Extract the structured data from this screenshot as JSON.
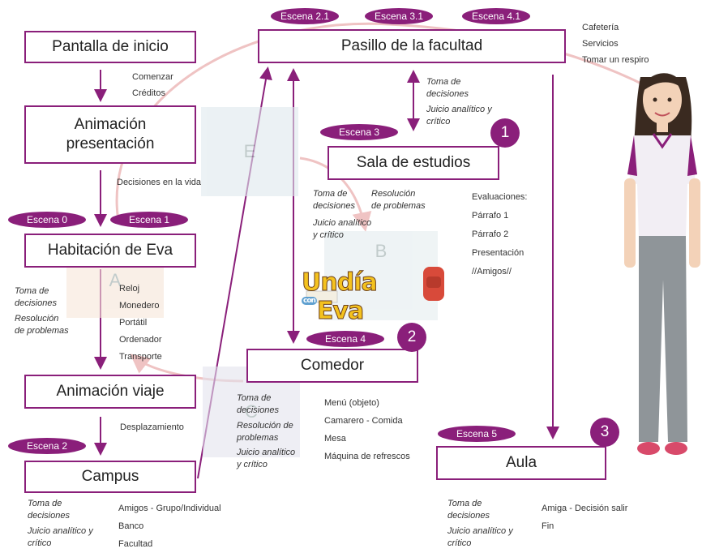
{
  "colors": {
    "accent": "#8a1f7a",
    "arc": "#efc3c3"
  },
  "boxes": {
    "pantalla": "Pantalla de inicio",
    "anim_presentacion_1": "Animación",
    "anim_presentacion_2": "presentación",
    "habitacion": "Habitación de Eva",
    "anim_viaje": "Animación viaje",
    "campus": "Campus",
    "pasillo": "Pasillo de la facultad",
    "sala": "Sala de estudios",
    "comedor": "Comedor",
    "aula": "Aula"
  },
  "pills": {
    "e21": "Escena 2.1",
    "e31": "Escena 3.1",
    "e41": "Escena 4.1",
    "e3": "Escena 3",
    "e0": "Escena 0",
    "e1": "Escena 1",
    "e4": "Escena 4",
    "e2": "Escena 2",
    "e5": "Escena 5"
  },
  "numbers": {
    "n1": "1",
    "n2": "2",
    "n3": "3"
  },
  "faded_letters": {
    "a": "A",
    "b": "B",
    "c": "C",
    "e": "E"
  },
  "logo": {
    "text_un": "Un",
    "text_dia": "día",
    "text_con": "con",
    "text_eva": "Eva"
  },
  "labels": {
    "comenzar": "Comenzar",
    "creditos": "Créditos",
    "decisiones_vida": "Decisiones en la vida",
    "desplazamiento": "Desplazamiento",
    "cafeteria": "Cafetería",
    "servicios": "Servicios",
    "tomar_respiro": "Tomar un respiro"
  },
  "habitacion_skills": [
    "Toma de",
    "decisiones",
    "Resolución",
    "de problemas"
  ],
  "habitacion_items": [
    "Reloj",
    "Monedero",
    "Portátil",
    "Ordenador",
    "Transporte"
  ],
  "pasillo_skills": [
    "Toma de",
    "decisiones",
    "Juicio analítico y",
    "crítico"
  ],
  "sala_skills_left": [
    "Toma de",
    "decisiones",
    "Juicio analítico",
    "y crítico"
  ],
  "sala_skills_mid": [
    "Resolución",
    "de problemas"
  ],
  "sala_items": [
    "Evaluaciones:",
    "Párrafo 1",
    "Párrafo 2",
    "Presentación",
    "//Amigos//"
  ],
  "comedor_skills": [
    "Toma de",
    "decisiones",
    "Resolución de",
    "problemas",
    "Juicio analítico",
    "y crítico"
  ],
  "comedor_items": [
    "Menú (objeto)",
    "Camarero - Comida",
    "Mesa",
    "Máquina de refrescos"
  ],
  "campus_skills": [
    "Toma de",
    "decisiones",
    "Juicio analítico y",
    "crítico"
  ],
  "campus_items": [
    "Amigos - Grupo/Individual",
    "Banco",
    "Facultad"
  ],
  "aula_skills": [
    "Toma de",
    "decisiones",
    "Juicio analítico y",
    "crítico"
  ],
  "aula_items": [
    "Amiga - Decisión salir",
    "Fin"
  ]
}
